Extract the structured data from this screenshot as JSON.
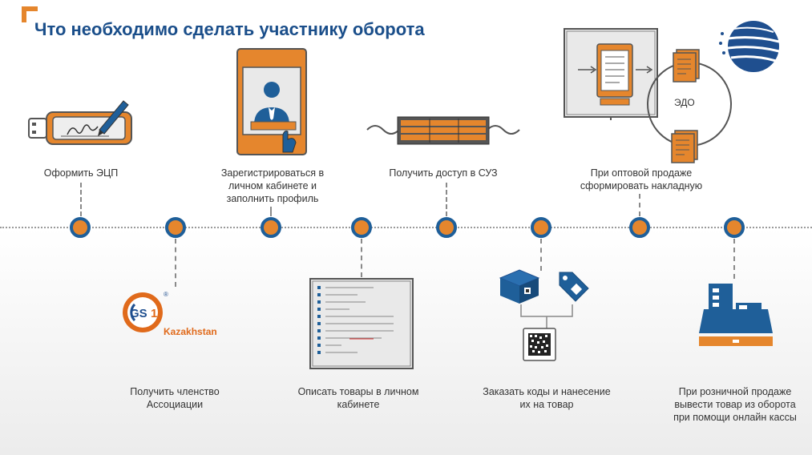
{
  "title": "Что необходимо сделать участнику оборота",
  "steps_top": [
    {
      "label": "Оформить ЭЦП"
    },
    {
      "label": "Зарегистрироваться в личном кабинете и заполнить профиль"
    },
    {
      "label": "Получить доступ в СУЗ"
    },
    {
      "label": "При оптовой продаже сформировать накладную"
    }
  ],
  "steps_bottom": [
    {
      "label": "Получить членство Ассоциации"
    },
    {
      "label": "Описать товары в личном кабинете"
    },
    {
      "label": "Заказать коды и нанесение их на товар"
    },
    {
      "label": "При розничной продаже вывести товар из оборота при помощи онлайн кассы"
    }
  ],
  "edo_label": "ЭДО",
  "gs1": {
    "brand": "GS1",
    "country": "Kazakhstan",
    "registered": "®"
  },
  "colors": {
    "accent_orange": "#e5862d",
    "accent_blue": "#1f5f99",
    "title_blue": "#1a4e8a",
    "gs1_orange": "#e06a1b",
    "gs1_blue": "#1f4f8f"
  }
}
